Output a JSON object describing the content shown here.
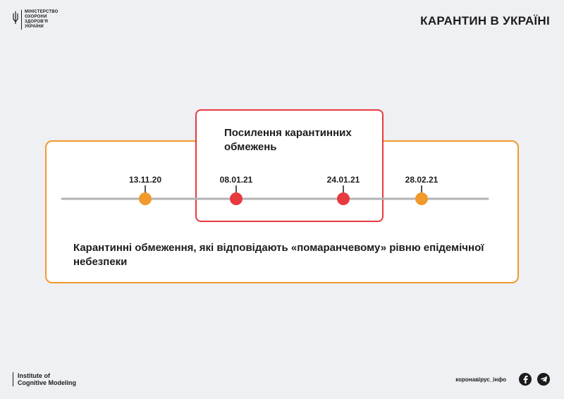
{
  "header": {
    "ministry_lines": [
      "Міністерство",
      "охорони",
      "здоров'я",
      "України"
    ],
    "title": "КАРАНТИН В УКРАЇНІ"
  },
  "timeline": {
    "highlight_title": "Посилення карантинних обмежень",
    "events": [
      {
        "date": "13.11.20",
        "color": "#f19a2b"
      },
      {
        "date": "08.01.21",
        "color": "#e63a3f"
      },
      {
        "date": "24.01.21",
        "color": "#e63a3f"
      },
      {
        "date": "28.02.21",
        "color": "#f19a2b"
      }
    ],
    "description": "Карантинні обмеження, які відповідають «помаранчевому» рівню епідемічної небезпеки"
  },
  "footer": {
    "institute_lines": [
      "Institute of",
      "Cognitive Modeling"
    ],
    "site": "коронавірус_інфо",
    "social_icons": [
      "facebook-icon",
      "telegram-icon"
    ]
  },
  "colors": {
    "orange": "#f19a2b",
    "red": "#e63a3f",
    "background": "#eef0f3"
  }
}
